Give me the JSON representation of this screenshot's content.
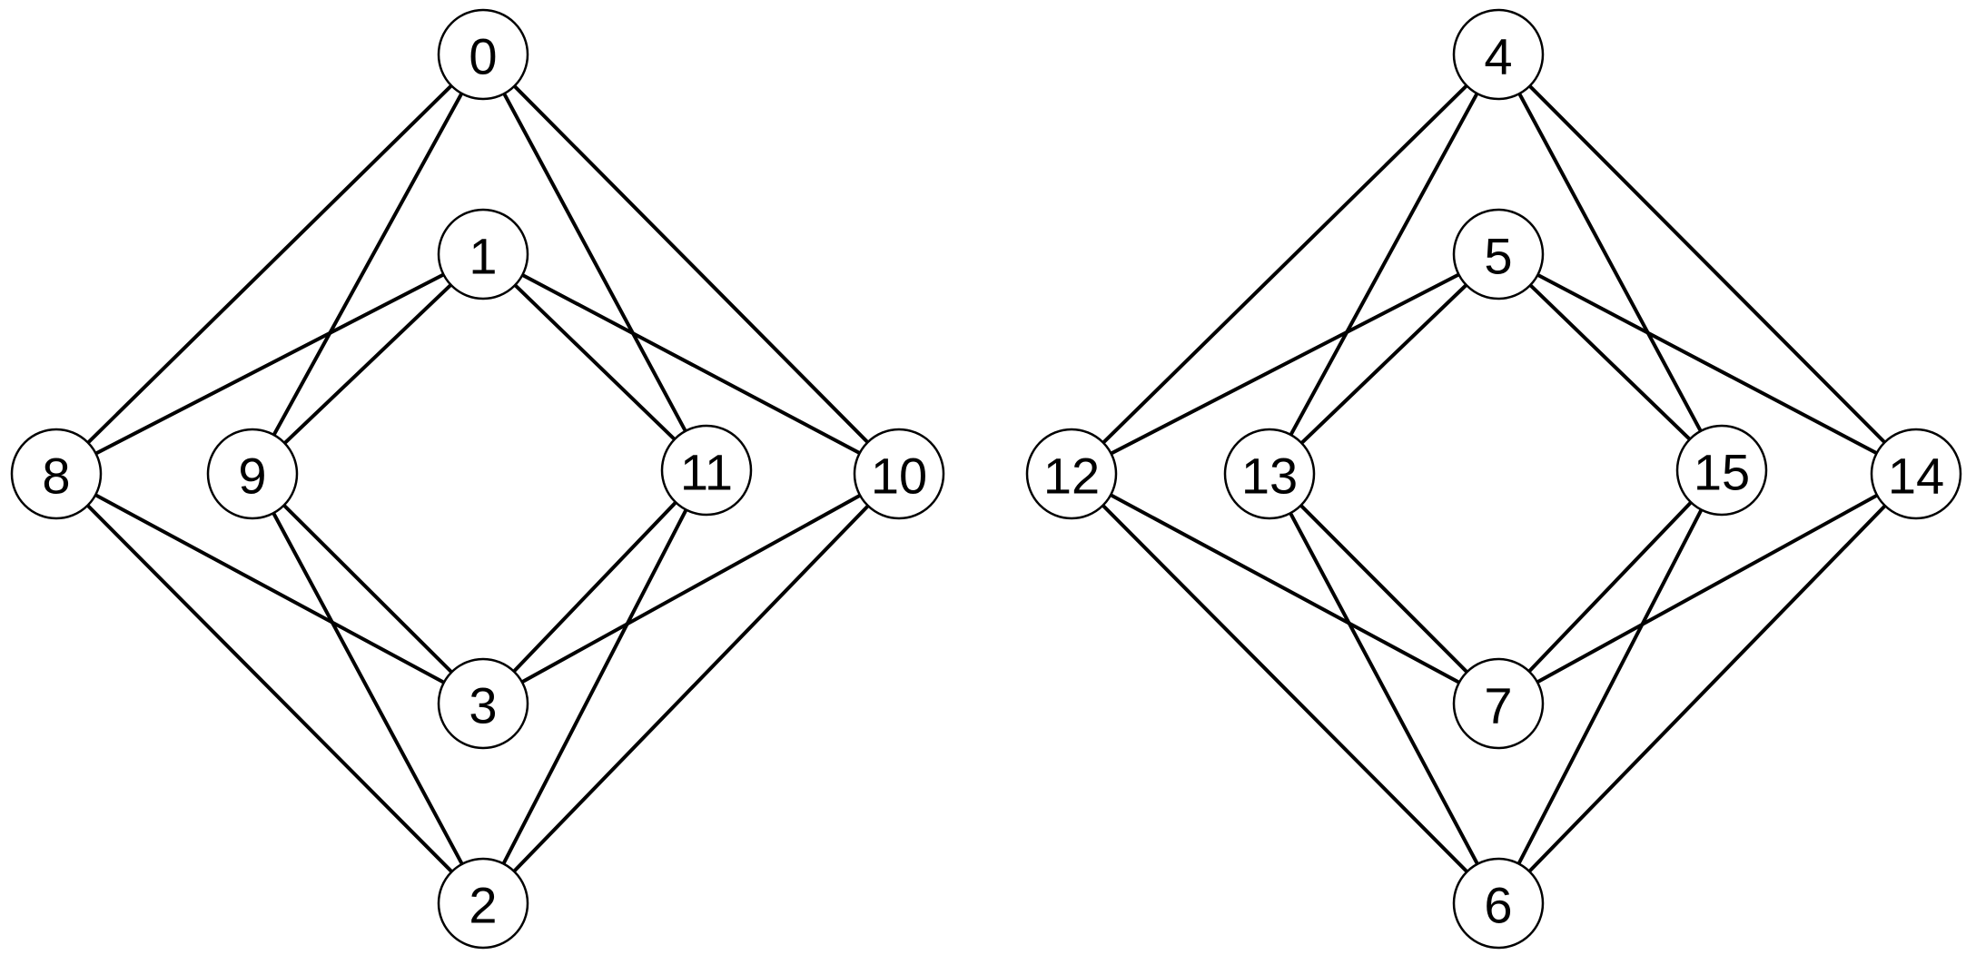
{
  "colors": {
    "background": "#ffffff",
    "stroke": "#000000",
    "node_fill": "#ffffff"
  },
  "graphs": [
    {
      "nodes": [
        {
          "id": "0",
          "label": "0"
        },
        {
          "id": "1",
          "label": "1"
        },
        {
          "id": "2",
          "label": "2"
        },
        {
          "id": "3",
          "label": "3"
        },
        {
          "id": "8",
          "label": "8"
        },
        {
          "id": "9",
          "label": "9"
        },
        {
          "id": "10",
          "label": "10"
        },
        {
          "id": "11",
          "label": "11"
        }
      ],
      "edges": [
        [
          "0",
          "8"
        ],
        [
          "0",
          "9"
        ],
        [
          "0",
          "11"
        ],
        [
          "0",
          "10"
        ],
        [
          "1",
          "8"
        ],
        [
          "1",
          "9"
        ],
        [
          "1",
          "11"
        ],
        [
          "1",
          "10"
        ],
        [
          "2",
          "8"
        ],
        [
          "2",
          "9"
        ],
        [
          "2",
          "11"
        ],
        [
          "2",
          "10"
        ],
        [
          "3",
          "8"
        ],
        [
          "3",
          "9"
        ],
        [
          "3",
          "11"
        ],
        [
          "3",
          "10"
        ]
      ]
    },
    {
      "nodes": [
        {
          "id": "4",
          "label": "4"
        },
        {
          "id": "5",
          "label": "5"
        },
        {
          "id": "6",
          "label": "6"
        },
        {
          "id": "7",
          "label": "7"
        },
        {
          "id": "12",
          "label": "12"
        },
        {
          "id": "13",
          "label": "13"
        },
        {
          "id": "14",
          "label": "14"
        },
        {
          "id": "15",
          "label": "15"
        }
      ],
      "edges": [
        [
          "4",
          "12"
        ],
        [
          "4",
          "13"
        ],
        [
          "4",
          "15"
        ],
        [
          "4",
          "14"
        ],
        [
          "5",
          "12"
        ],
        [
          "5",
          "13"
        ],
        [
          "5",
          "15"
        ],
        [
          "5",
          "14"
        ],
        [
          "6",
          "12"
        ],
        [
          "6",
          "13"
        ],
        [
          "6",
          "15"
        ],
        [
          "6",
          "14"
        ],
        [
          "7",
          "12"
        ],
        [
          "7",
          "13"
        ],
        [
          "7",
          "15"
        ],
        [
          "7",
          "14"
        ]
      ]
    }
  ]
}
